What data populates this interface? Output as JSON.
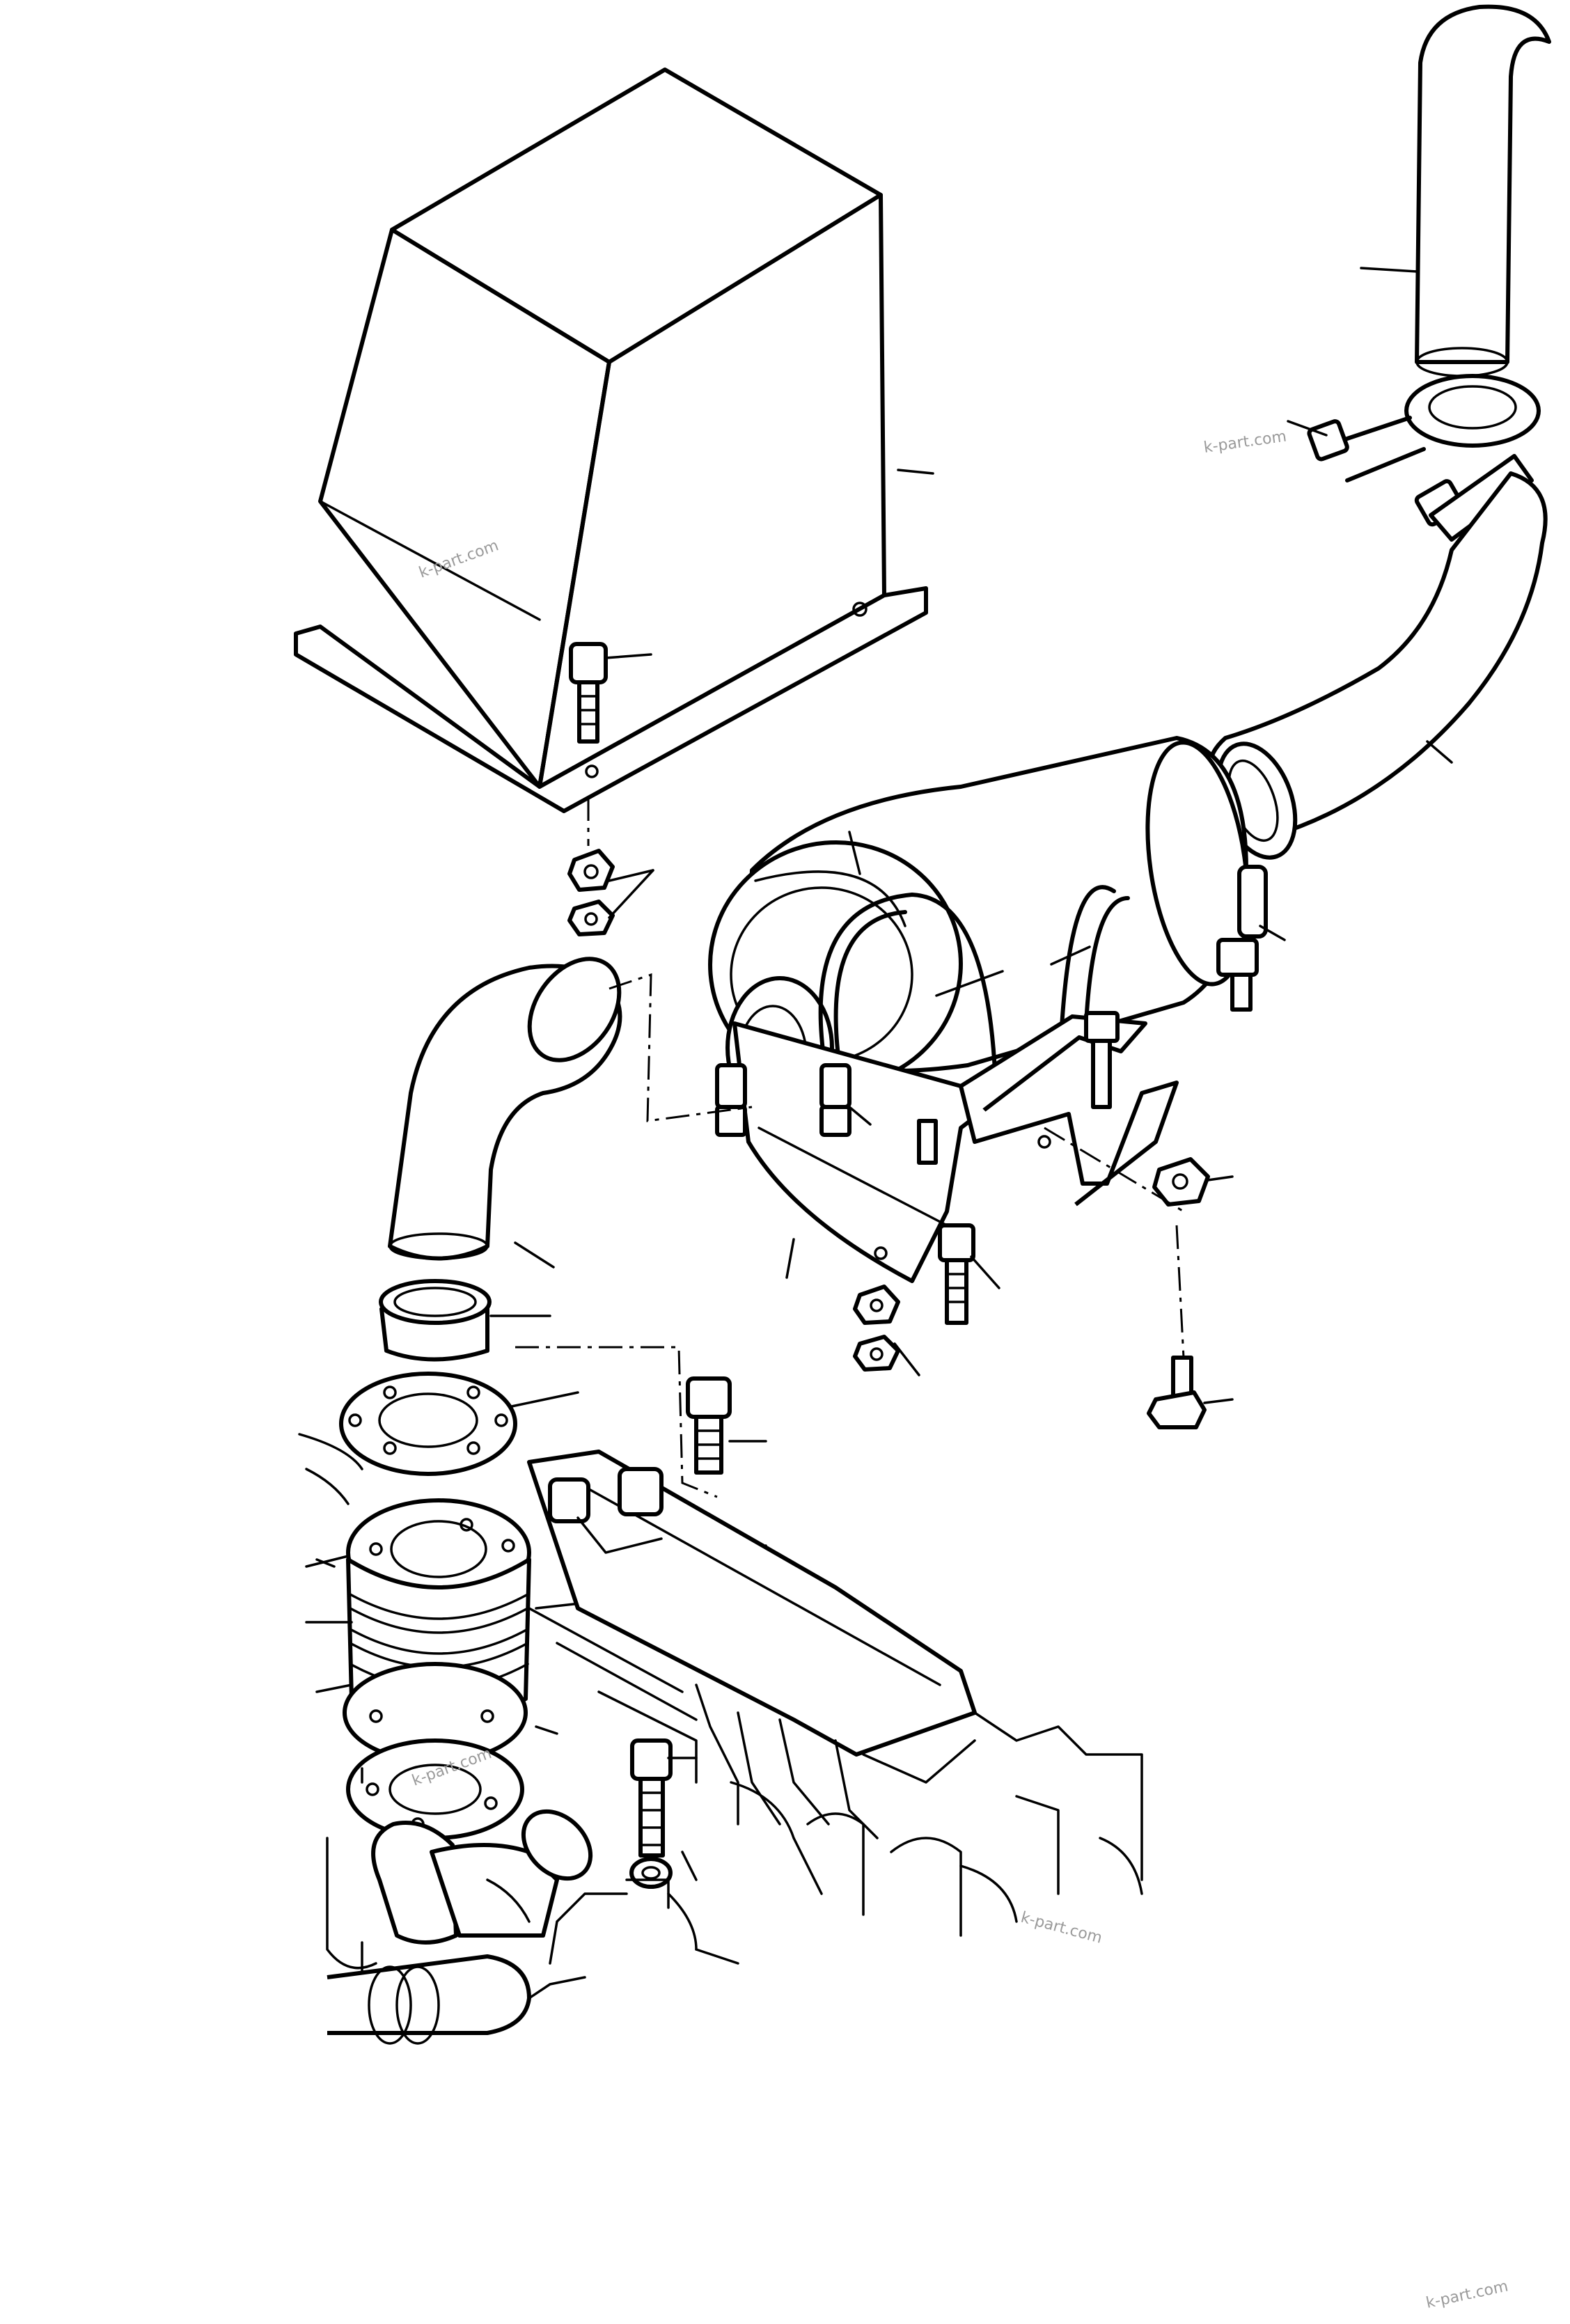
{
  "watermarks": [
    "k-part.com",
    "k-part.com",
    "k-part.com",
    "k-part.com",
    "k-part.com"
  ],
  "icons": {
    "hood": "engine-hood-cover",
    "muffler": "muffler-silencer",
    "tailpipe": "exhaust-tailpipe",
    "elbow": "exhaust-elbow",
    "bellows": "flex-bellows-joint",
    "engine": "engine-block"
  },
  "colors": {
    "line": "#000000",
    "background": "#ffffff",
    "watermark": "#9a9a9a"
  }
}
